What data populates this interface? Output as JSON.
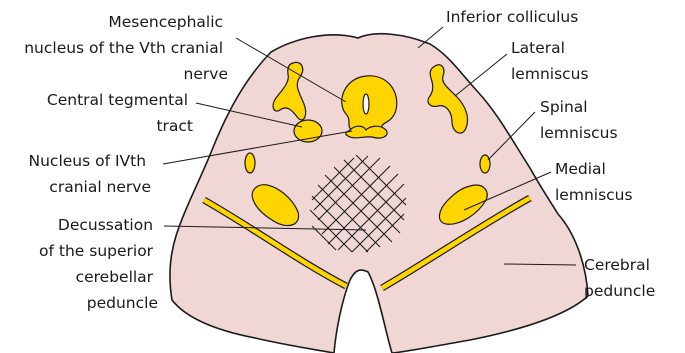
{
  "diagram": {
    "labels": {
      "mesencephalic_nucleus": [
        "Mesencephalic",
        "nucleus of the Vth cranial",
        "nerve"
      ],
      "central_tegmental_tract": [
        "Central tegmental",
        "tract"
      ],
      "nucleus_iv": [
        "Nucleus of IVth",
        "cranial nerve"
      ],
      "decussation": [
        "Decussation",
        "of the superior",
        "cerebellar",
        "peduncle"
      ],
      "inferior_colliculus": [
        "Inferior colliculus"
      ],
      "lateral_lemniscus": [
        "Lateral",
        "lemniscus"
      ],
      "spinal_lemniscus": [
        "Spinal",
        "lemniscus"
      ],
      "medial_lemniscus": [
        "Medial",
        "lemniscus"
      ],
      "cerebral_peduncle": [
        "Cerebral",
        "peduncle"
      ]
    },
    "colors": {
      "tissue": "#f0d6d4",
      "tract": "#ffd500",
      "outline": "#1a1a1a"
    }
  }
}
